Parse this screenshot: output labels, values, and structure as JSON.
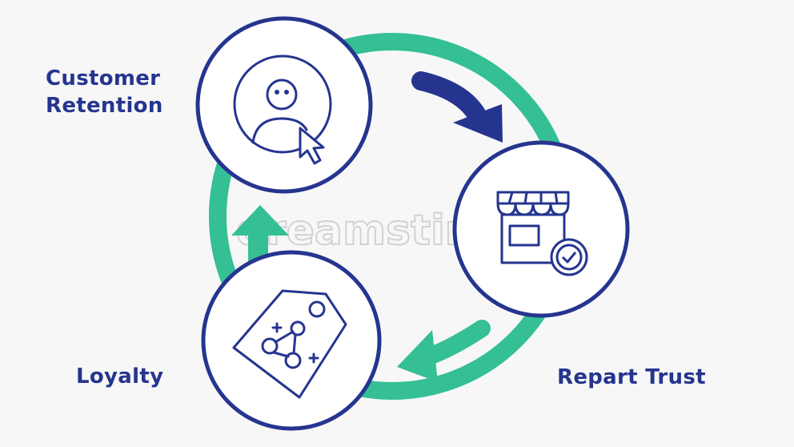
{
  "colors": {
    "navy": "#25358f",
    "green": "#34bf95",
    "background": "#f7f7f7",
    "circle_fill": "#ffffff"
  },
  "nodes": [
    {
      "id": "retention",
      "icon": "user-cursor-icon",
      "label_lines": [
        "Customer",
        "Retention"
      ]
    },
    {
      "id": "trust",
      "icon": "shop-check-icon",
      "label_lines": [
        "Repart Trust"
      ]
    },
    {
      "id": "loyalty",
      "icon": "price-tag-icon",
      "label_lines": [
        "Loyalty"
      ]
    }
  ],
  "flow": [
    "retention",
    "trust",
    "loyalty"
  ],
  "watermark": "dreamstime"
}
